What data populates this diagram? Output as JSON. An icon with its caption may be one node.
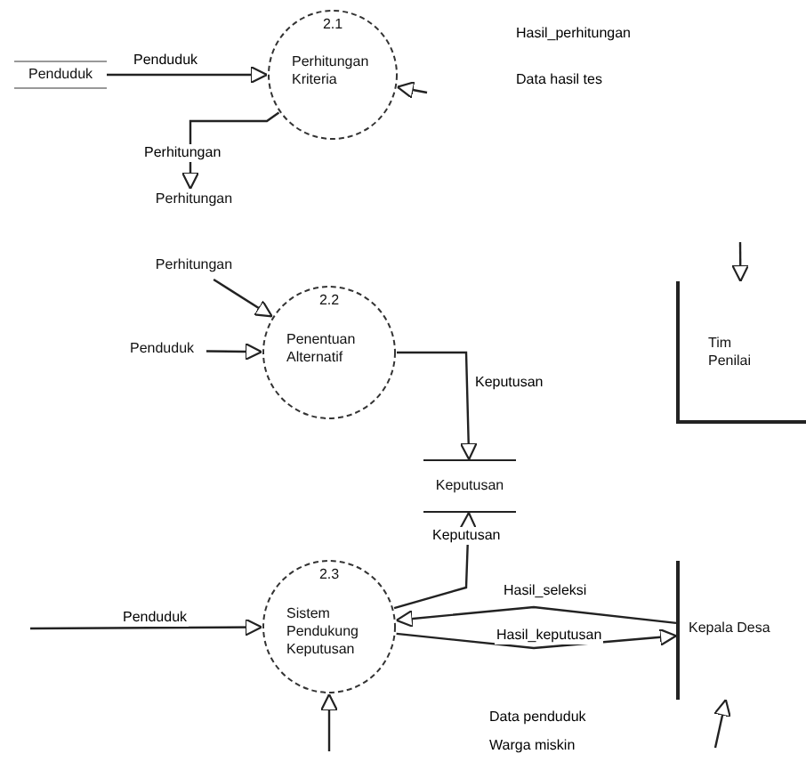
{
  "diagram": {
    "nodes": [
      {
        "text": [
          "Penduduk"
        ]
      },
      {
        "text": [
          "2.1",
          "Perhitungan Kriteria"
        ]
      },
      {
        "text": [
          "Perhitungan"
        ]
      },
      {
        "text": [
          "Perhitungan"
        ]
      },
      {
        "text": [
          "Penduduk"
        ]
      },
      {
        "text": [
          "2.2",
          "Penentuan Alternatif"
        ]
      },
      {
        "text": [
          "Tim Penilai"
        ]
      },
      {
        "text": [
          "Keputusan"
        ]
      },
      {
        "text": [
          "2.3",
          "Sistem Pendukung Keputusan"
        ]
      },
      {
        "text": [
          "Kepala Desa"
        ]
      }
    ],
    "edges": [
      {
        "from": 0,
        "to": 1,
        "arrow": "to",
        "label": "Penduduk"
      },
      {
        "from": null,
        "to": 1,
        "arrow": "to"
      },
      {
        "from": 1,
        "to": 2,
        "arrow": "to",
        "label": "Perhitungan"
      },
      {
        "from": 3,
        "to": 5,
        "arrow": "to"
      },
      {
        "from": 4,
        "to": 5,
        "arrow": "to"
      },
      {
        "from": null,
        "to": 6,
        "arrow": "to"
      },
      {
        "from": 5,
        "to": 7,
        "arrow": "to",
        "label": "Keputusan"
      },
      {
        "from": 8,
        "to": 7,
        "arrow": "to",
        "label": "Keputusan"
      },
      {
        "from": null,
        "to": 8,
        "arrow": "to",
        "label": "Penduduk"
      },
      {
        "from": 9,
        "to": 8,
        "arrow": "to",
        "label": "Hasil_seleksi"
      },
      {
        "from": 8,
        "to": 9,
        "arrow": "to",
        "label": "Hasil_keputusan"
      },
      {
        "from": null,
        "to": 8,
        "arrow": "to"
      },
      {
        "from": null,
        "to": 9,
        "arrow": "to"
      }
    ],
    "labels": [
      "Hasil_perhitungan",
      "Data hasil tes",
      "Data penduduk",
      "Warga miskin"
    ]
  }
}
